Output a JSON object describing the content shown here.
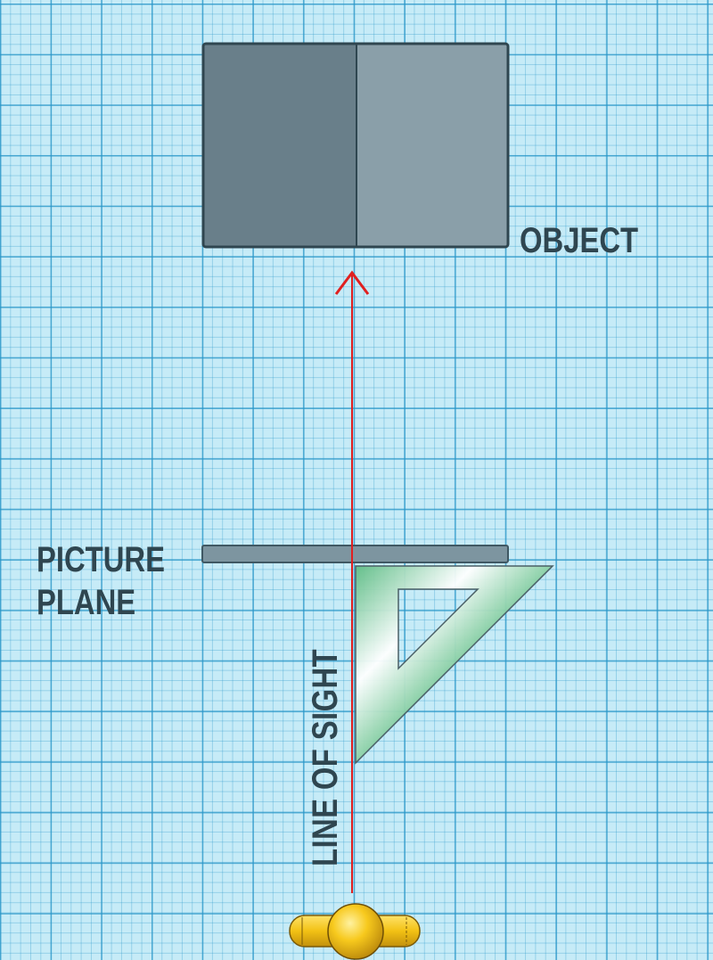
{
  "labels": {
    "object": "OBJECT",
    "picture_plane_line1": "PICTURE",
    "picture_plane_line2": "PLANE",
    "line_of_sight": "LINE OF SIGHT"
  },
  "colors": {
    "grid_background": "#c6ebf7",
    "grid_line": "#2896c8",
    "object_left_face": "#697f8a",
    "object_right_face": "#8a9fa9",
    "object_outline": "#2f4650",
    "picture_plane": "#7d95a0",
    "sight_line": "#e02020",
    "set_square_green": "#66c08a",
    "eye_yellow": "#f5c518",
    "label_text": "#2f4650"
  }
}
